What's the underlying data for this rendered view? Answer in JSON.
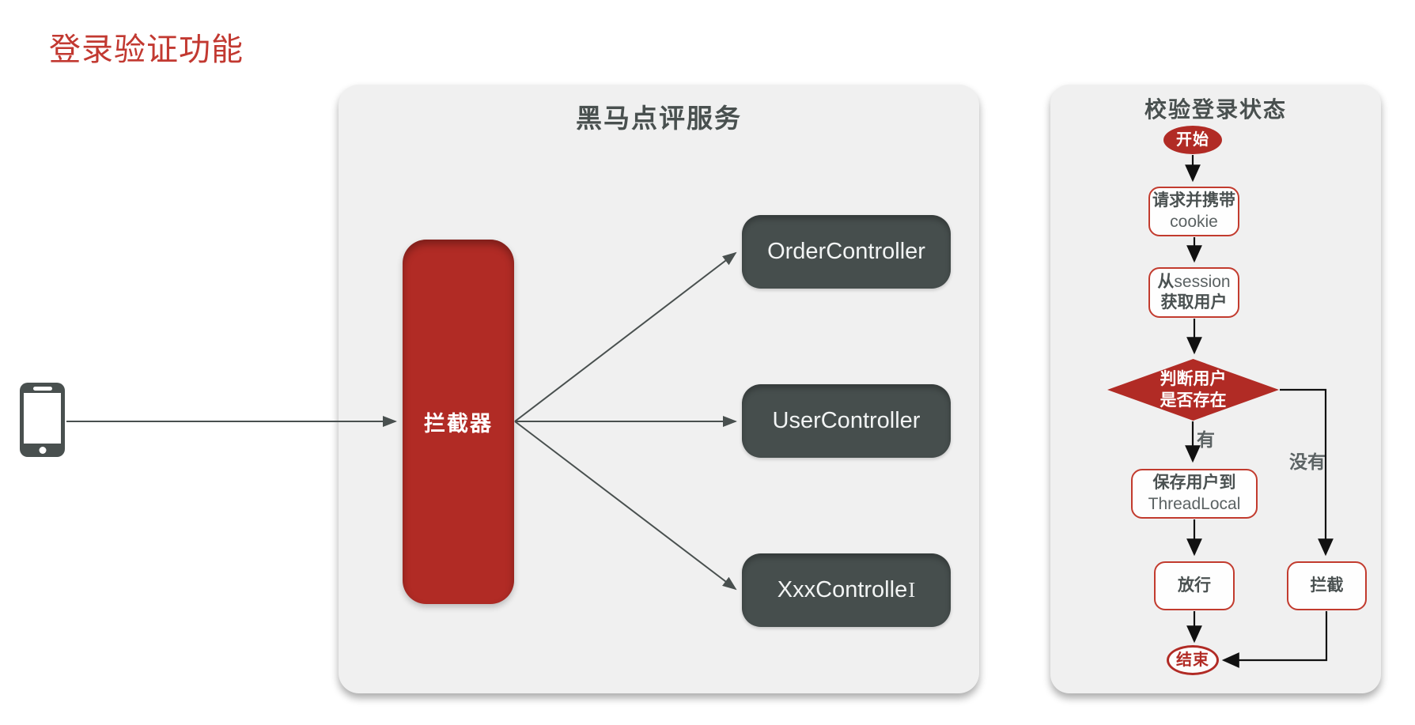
{
  "page": {
    "title": "登录验证功能",
    "title_color": "#C23931",
    "background": "#FFFFFF"
  },
  "client": {
    "icon": "smartphone-icon"
  },
  "service_panel": {
    "title": "黑马点评服务",
    "background": "#F0F0F0",
    "interceptor": {
      "label": "拦截器",
      "fill": "#B12B25",
      "text_color": "#FFFFFF"
    },
    "controllers": [
      {
        "label": "OrderController"
      },
      {
        "label": "UserController"
      },
      {
        "label": "XxxControlle",
        "cursor": "I"
      }
    ],
    "controller_fill": "#464E4D"
  },
  "flow_panel": {
    "title": "校验登录状态",
    "background": "#F0F0F0",
    "colors": {
      "accent_fill": "#B12B25",
      "node_border": "#C23B2E",
      "text_dark": "#4A5151",
      "arrow": "#111111"
    },
    "nodes": {
      "start": {
        "label": "开始"
      },
      "request": {
        "line1": "请求并携带",
        "line2": "cookie"
      },
      "session": {
        "line1_zh": "从",
        "line1_en": "session",
        "line2": "获取用户"
      },
      "judge": {
        "line1": "判断用户",
        "line2": "是否存在"
      },
      "save": {
        "line1": "保存用户到",
        "line2": "ThreadLocal"
      },
      "pass": {
        "label": "放行"
      },
      "intercept": {
        "label": "拦截"
      },
      "end": {
        "label": "结束"
      }
    },
    "edges": {
      "yes_label": "有",
      "no_label": "没有"
    }
  }
}
